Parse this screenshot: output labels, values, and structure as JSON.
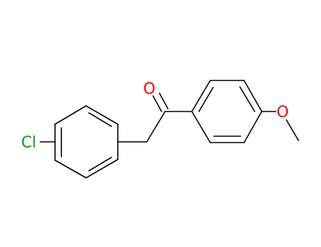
{
  "molecule": {
    "atoms": [
      {
        "id": "cl",
        "label": "Cl",
        "color": "#00a000"
      },
      {
        "id": "o_carbonyl",
        "label": "O",
        "color": "#ff0000"
      },
      {
        "id": "o_methoxy",
        "label": "O",
        "color": "#ff0000"
      }
    ],
    "bond_color": "#000000"
  }
}
